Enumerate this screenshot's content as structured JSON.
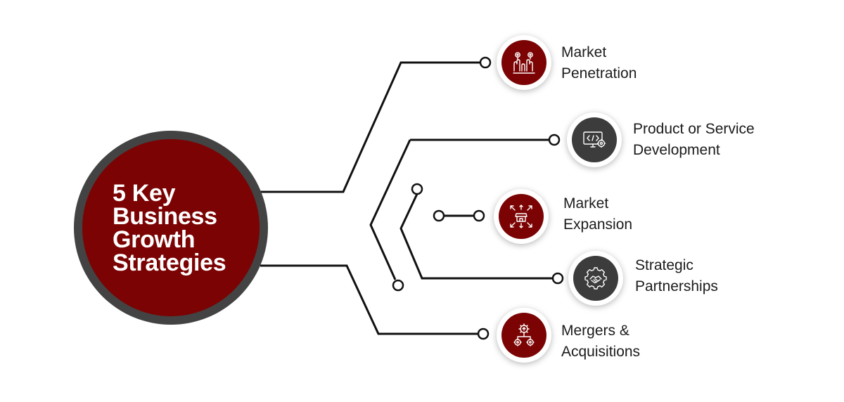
{
  "hub": {
    "title_lines": [
      "5 Key",
      "Business",
      "Growth",
      "Strategies"
    ],
    "color": "#7b0303",
    "ring_color": "#434343"
  },
  "strategies": [
    {
      "line1": "Market",
      "line2": "Penetration",
      "icon": "hands-target-icon",
      "disc_color": "#7b0303"
    },
    {
      "line1": "Product or Service",
      "line2": "Development",
      "icon": "monitor-code-gear-icon",
      "disc_color": "#3c3c3c"
    },
    {
      "line1": "Market",
      "line2": "Expansion",
      "icon": "store-expand-icon",
      "disc_color": "#7b0303"
    },
    {
      "line1": "Strategic",
      "line2": "Partnerships",
      "icon": "handshake-gear-icon",
      "disc_color": "#3c3c3c"
    },
    {
      "line1": "Mergers &",
      "line2": "Acquisitions",
      "icon": "merge-gears-icon",
      "disc_color": "#7b0303"
    }
  ]
}
